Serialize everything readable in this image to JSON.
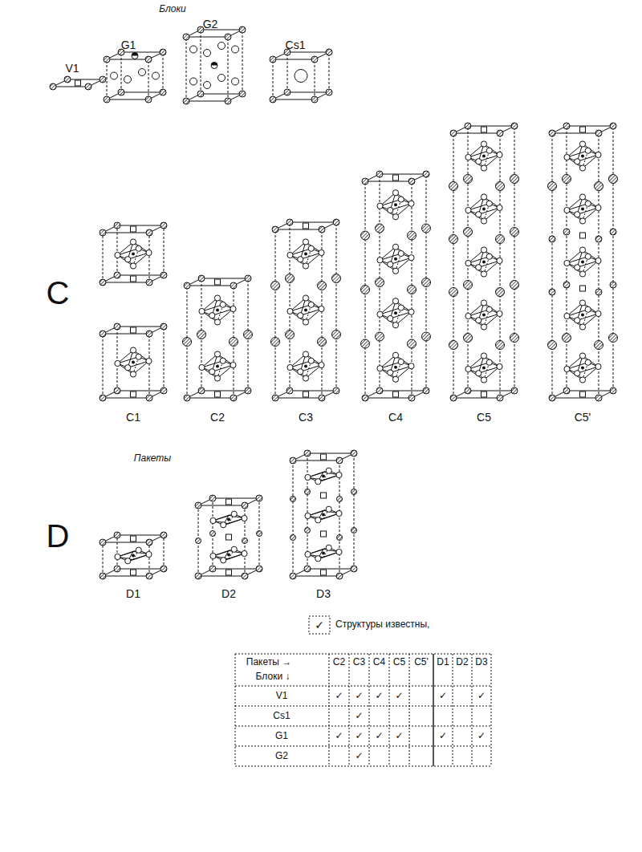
{
  "diagram": {
    "labels": [
      "Блоки",
      "G2",
      "G1",
      "V1",
      "Cs1",
      "C",
      "C1",
      "C2",
      "C3",
      "C4",
      "C5",
      "C5'",
      "Пакеты",
      "D",
      "D1",
      "D2",
      "D3",
      "✓",
      "Пакеты →",
      "C2",
      "C3",
      "C4",
      "C5",
      "C5'",
      "D1",
      "D2",
      "D3",
      "Блоки ↓",
      "V1",
      "✓",
      "✓",
      "✓",
      "✓",
      "✓",
      "✓",
      "Cs1",
      "✓",
      "G1",
      "✓",
      "✓",
      "✓",
      "✓",
      "✓",
      "✓",
      "G2",
      "✓"
    ],
    "legend": [
      {
        "text": "Структуры известны,"
      }
    ]
  }
}
